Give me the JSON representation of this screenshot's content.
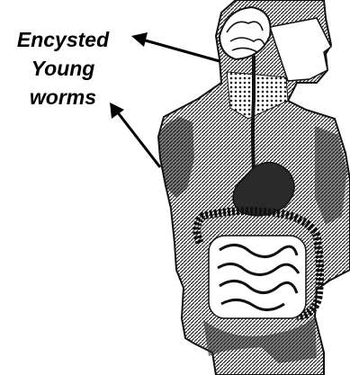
{
  "labels": {
    "line1": "Encysted",
    "line2": "Young",
    "line3": "worms"
  },
  "colors": {
    "ink": "#1a1a1a",
    "background": "#ffffff"
  }
}
